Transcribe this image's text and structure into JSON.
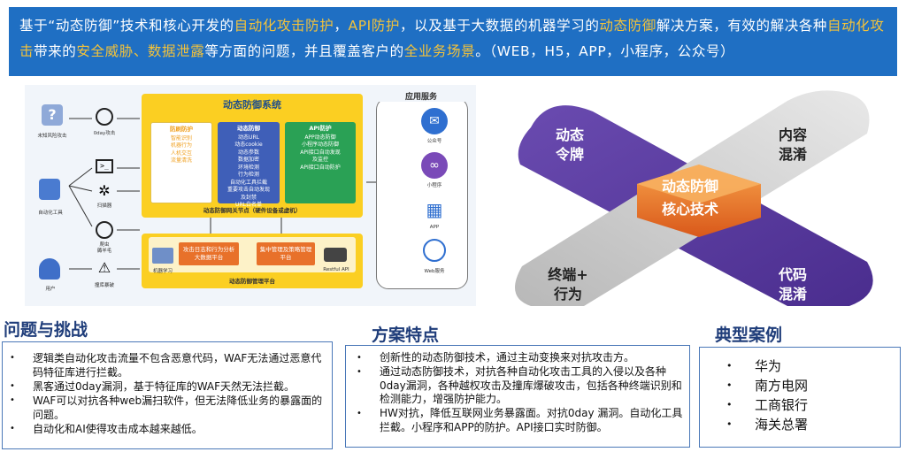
{
  "banner": {
    "segments": [
      {
        "text": "基于“动态防御”技术和核心开发的",
        "hl": false
      },
      {
        "text": "自动化攻击防护",
        "hl": true
      },
      {
        "text": "，",
        "hl": false
      },
      {
        "text": "API防护",
        "hl": true
      },
      {
        "text": "，以及基于大数据的机器学习的",
        "hl": false
      },
      {
        "text": "动态防御",
        "hl": true
      },
      {
        "text": "解决方案，有效的解决各种",
        "hl": false
      },
      {
        "text": "自动化攻击",
        "hl": true
      },
      {
        "text": "带来的",
        "hl": false
      },
      {
        "text": "安全威胁、数据泄露",
        "hl": true
      },
      {
        "text": "等方面的问题，并且覆盖客户的",
        "hl": false
      },
      {
        "text": "全业务场景",
        "hl": true
      },
      {
        "text": "。（WEB，H5，APP，小程序，公众号）",
        "hl": false
      }
    ],
    "colors": {
      "bg": "#1f6fc3",
      "highlight": "#f3c23a"
    }
  },
  "diagram": {
    "system_title": "动态防御系统",
    "left_sources": [
      {
        "icon": "question-icon",
        "label": "未知风险攻击"
      },
      {
        "icon": "automation-tool-icon",
        "label": "自动化工具"
      },
      {
        "icon": "users-icon",
        "label": "用户"
      }
    ],
    "mid_threats": [
      {
        "icon": "target-icon",
        "label": "0day攻击"
      },
      {
        "icon": "terminal-icon",
        "label": ""
      },
      {
        "icon": "bug-icon",
        "label": "扫描器"
      },
      {
        "icon": "globe-icon",
        "label": "爬虫\n薅羊毛"
      },
      {
        "icon": "warning-icon",
        "label": "撞库暴破"
      }
    ],
    "panel_left": {
      "title": "防刷防护",
      "lines": [
        "智能识别",
        "机器行为",
        "人机交互",
        "流量清洗"
      ]
    },
    "panel_mid": {
      "title": "动态防御",
      "lines": [
        "动态URL",
        "动态cookie",
        "动态参数",
        "数据加密",
        "环境检测",
        "行为检测",
        "自动化工具拦截",
        "重要攻击自动发现",
        "及封禁",
        "URL白名单"
      ]
    },
    "panel_right": {
      "title": "API防护",
      "lines": [
        "APP动态防御",
        "小程序动态防御",
        "API接口自动发现",
        "及监控",
        "API接口自动防护"
      ]
    },
    "gateway": "动态防御网关节点（硬件设备或虚机）",
    "mgmt_platform": "动态防御管理平台",
    "analysis_box": "攻击日志和行为分析\n大数据平台",
    "policy_box": "集中管理及策略管理\n平台",
    "ml_label": "机器学习",
    "restful_label": "Restful API",
    "services_title": "应用服务",
    "services": [
      {
        "icon": "official-account-icon",
        "label": "公众号",
        "color": "#2f6fd0"
      },
      {
        "icon": "mini-program-icon",
        "label": "小程序",
        "color": "#7a4ab8"
      },
      {
        "icon": "app-icon",
        "label": "APP",
        "color": "#2f6fd0"
      },
      {
        "icon": "web-service-icon",
        "label": "Web服务",
        "color": "#2f6fd0"
      }
    ]
  },
  "cross": {
    "center_line1": "动态防御",
    "center_line2": "核心技术",
    "top_left": [
      "动态",
      "令牌"
    ],
    "top_right": [
      "内容",
      "混淆"
    ],
    "bottom_left": [
      "终端+",
      "行为"
    ],
    "bottom_right": [
      "代码",
      "混淆"
    ]
  },
  "challenges": {
    "title": "问题与挑战",
    "items": [
      "逻辑类自动化攻击流量不包含恶意代码，WAF无法通过恶意代码特征库进行拦截。",
      "黑客通过0day漏洞，基于特征库的WAF天然无法拦截。",
      "WAF可以对抗各种web漏扫软件，但无法降低业务的暴露面的问题。",
      "自动化和AI使得攻击成本越来越低。"
    ]
  },
  "features": {
    "title": "方案特点",
    "items": [
      "创新性的动态防御技术，通过主动变换来对抗攻击方。",
      "通过动态防御技术，对抗各种自动化攻击工具的入侵以及各种0day漏洞，各种越权攻击及撞库爆破攻击，包括各种终端识别和检测能力，增强防护能力。",
      "HW对抗，降低互联网业务暴露面。对抗0day 漏洞。自动化工具拦截。小程序和APP的防护。API接口实时防御。"
    ]
  },
  "cases": {
    "title": "典型案例",
    "items": [
      "华为",
      "南方电网",
      "工商银行",
      "海关总署"
    ]
  }
}
